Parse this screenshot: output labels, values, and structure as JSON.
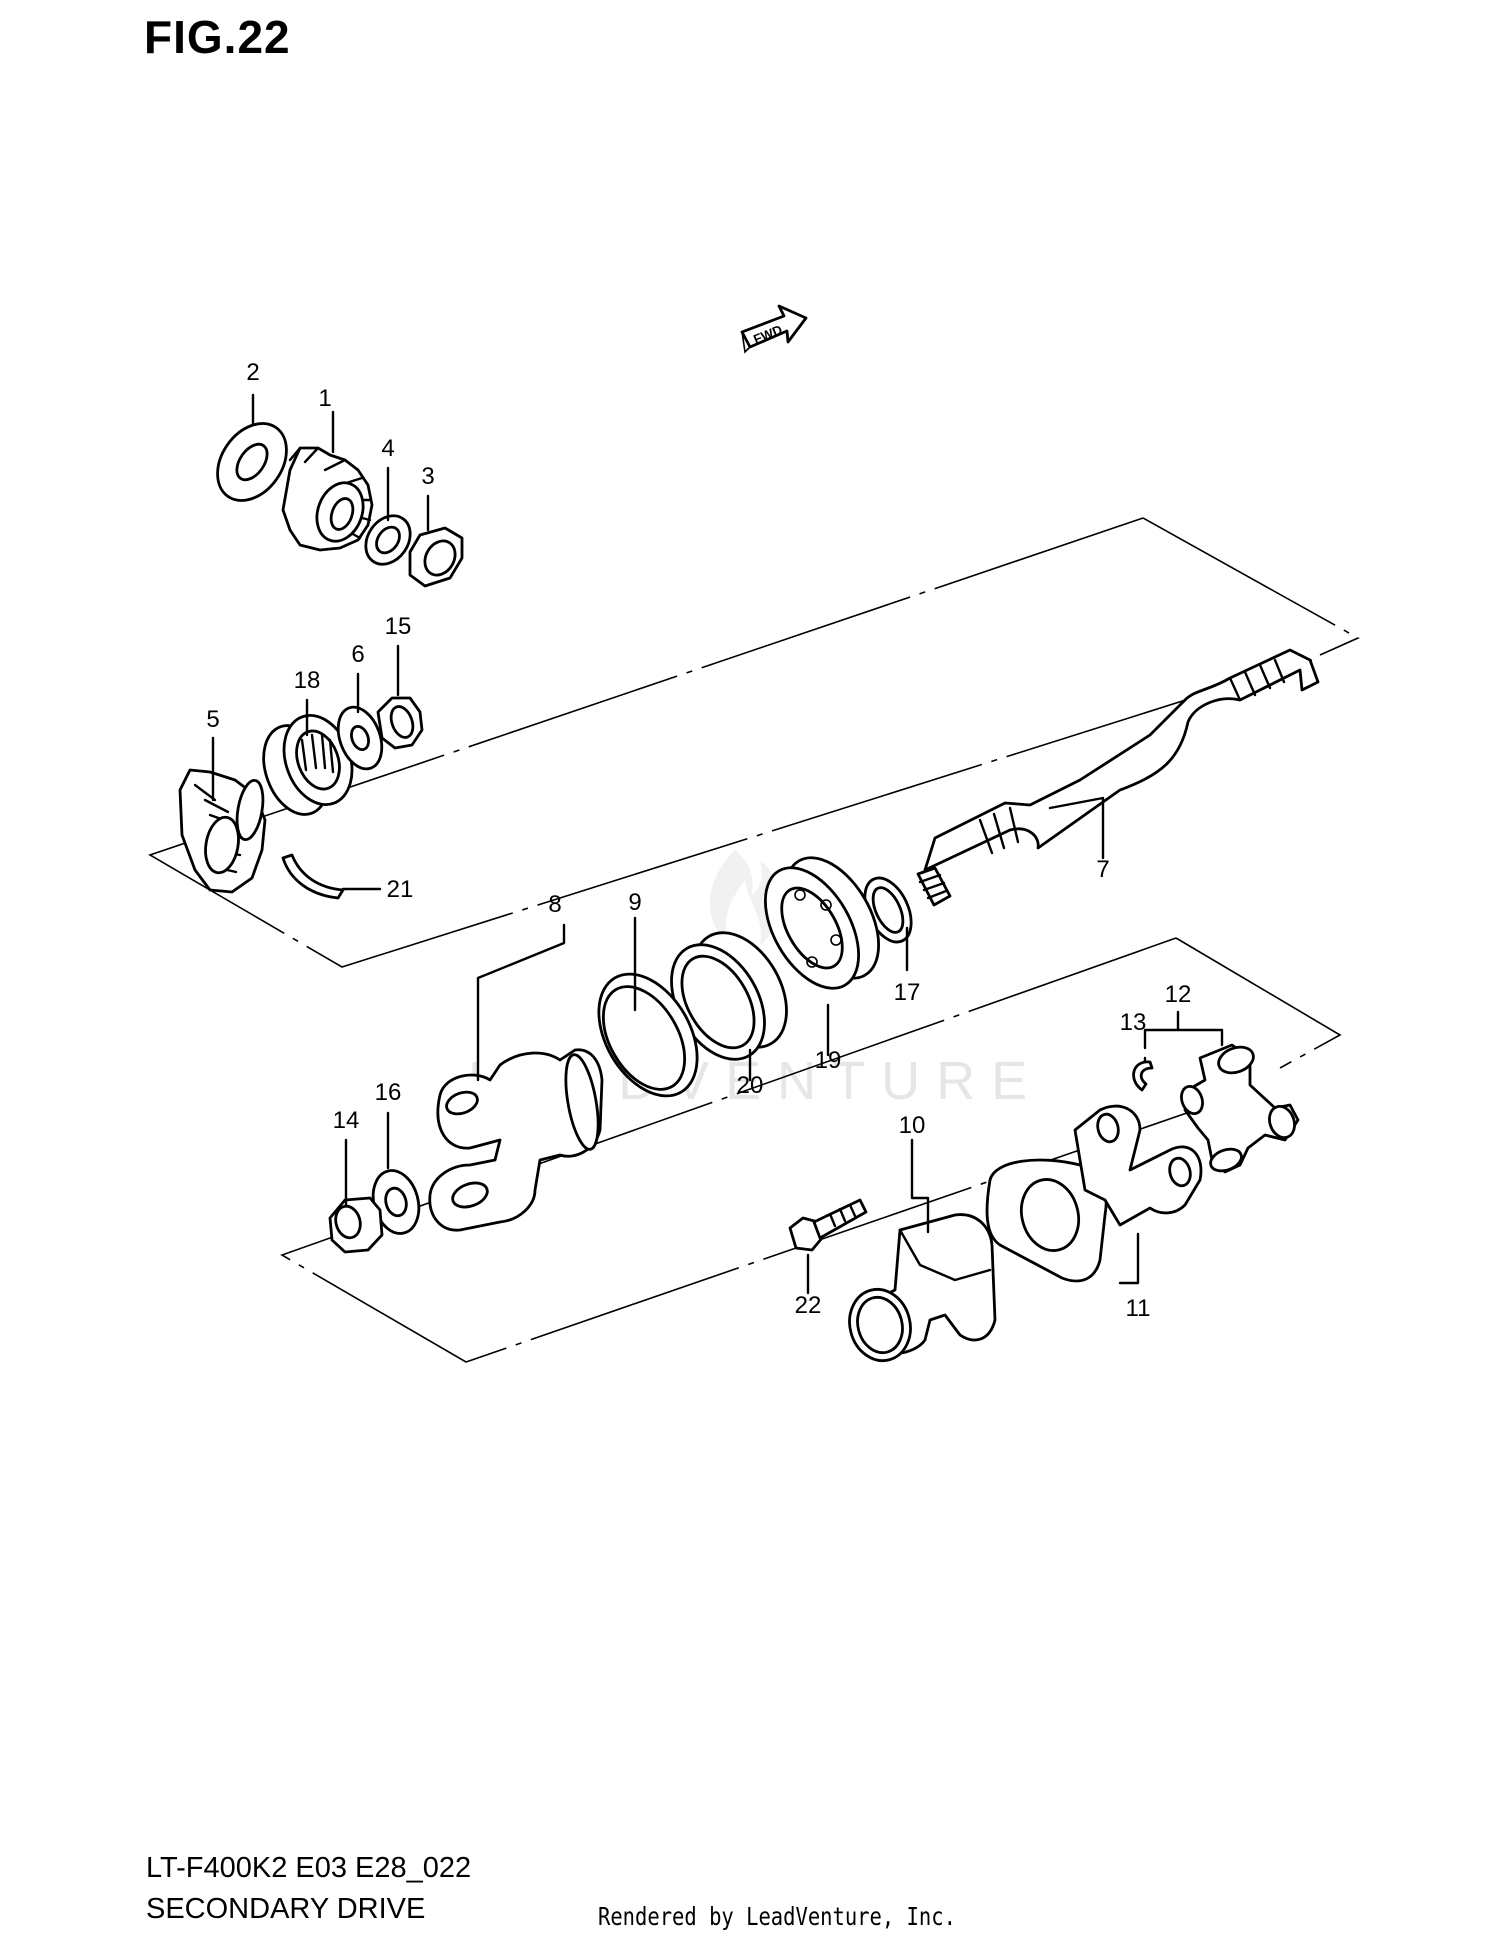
{
  "figure": {
    "title": "FIG.22",
    "model_code": "LT-F400K2 E03 E28_022",
    "section_name": "SECONDARY DRIVE",
    "rendered_by": "Rendered by LeadVenture, Inc.",
    "fwd_label": "FWD",
    "watermark": "LEADVENTURE"
  },
  "callouts": [
    "1",
    "2",
    "3",
    "4",
    "5",
    "6",
    "7",
    "8",
    "9",
    "10",
    "11",
    "12",
    "13",
    "14",
    "15",
    "16",
    "17",
    "18",
    "19",
    "20",
    "21",
    "22"
  ],
  "icons": {
    "fwd_arrow": "fwd-arrow-icon",
    "watermark_logo": "flame-logo-icon"
  }
}
